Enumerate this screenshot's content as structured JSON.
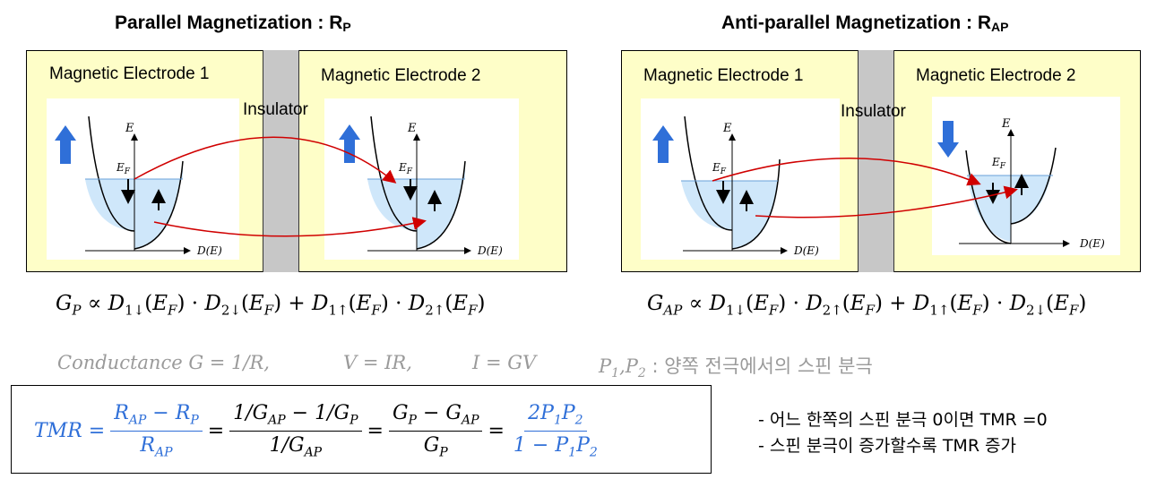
{
  "left_panel": {
    "title": "Parallel Magnetization : ",
    "title_symbol": "R",
    "title_sub": "P",
    "electrode1": "Magnetic Electrode 1",
    "electrode2": "Magnetic Electrode 2",
    "insulator": "Insulator",
    "axis_e": "E",
    "fermi": "E",
    "fermi_sub": "F",
    "dos_label": "D(E)",
    "equation": {
      "lhs": "G",
      "lhs_sub": "P",
      "prop": " ∝ ",
      "t1a": "D",
      "t1a_sub": "1↓",
      "t1a_arg": "(E",
      "t1a_arg_sub": "F",
      "close": ")",
      "dot": " · ",
      "t1b": "D",
      "t1b_sub": "2↓",
      "plus": " + ",
      "t2a_sub": "1↑",
      "t2b_sub": "2↑"
    }
  },
  "right_panel": {
    "title": "Anti-parallel Magnetization : ",
    "title_symbol": "R",
    "title_sub": "AP",
    "electrode1": "Magnetic Electrode 1",
    "electrode2": "Magnetic Electrode 2",
    "insulator": "Insulator",
    "equation": {
      "lhs_sub": "AP",
      "t1b_sub": "2↑",
      "t2b_sub": "2↓"
    }
  },
  "conductance_line": {
    "c1": "Conductance G = 1/R,",
    "c2": "V = IR,",
    "c3": "I = GV",
    "p_label": "P",
    "p1_sub": "1",
    "comma": ",",
    "p2_sub": "2",
    "ko_text": " : 양쪽 전극에서의 스핀 분극"
  },
  "tmr": {
    "lhs": "TMR = ",
    "f1_num": "R",
    "f1_num_sub1": "AP",
    "minus": " − ",
    "f1_num_sub2": "P",
    "f1_den": "R",
    "f1_den_sub": "AP",
    "eq": " = ",
    "f2_num": "1/G",
    "f2_num_sub1": "AP",
    "f2_num_mid": " − 1/G",
    "f2_num_sub2": "P",
    "f2_den": "1/G",
    "f2_den_sub": "AP",
    "f3_num": "G",
    "f3_num_sub1": "P",
    "f3_num_mid": " − G",
    "f3_num_sub2": "AP",
    "f3_den": "G",
    "f3_den_sub": "P",
    "f4_num": "2P",
    "f4_num_sub1": "1",
    "f4_num_mid": "P",
    "f4_num_sub2": "2",
    "f4_den": "1 − P",
    "f4_den_sub1": "1",
    "f4_den_mid": "P",
    "f4_den_sub2": "2"
  },
  "notes": [
    "- 어느 한쪽의 스핀 분극 0이면 TMR =0",
    "- 스핀 분극이 증가할수록 TMR 증가"
  ],
  "colors": {
    "electrode_bg": "#fefec8",
    "insulator": "#c7c7c7",
    "spin_arrow": "#2f6fd8",
    "electron_path": "#d00000",
    "band_fill": "#cfe7fa",
    "tmr_blue": "#2f6fd8"
  }
}
